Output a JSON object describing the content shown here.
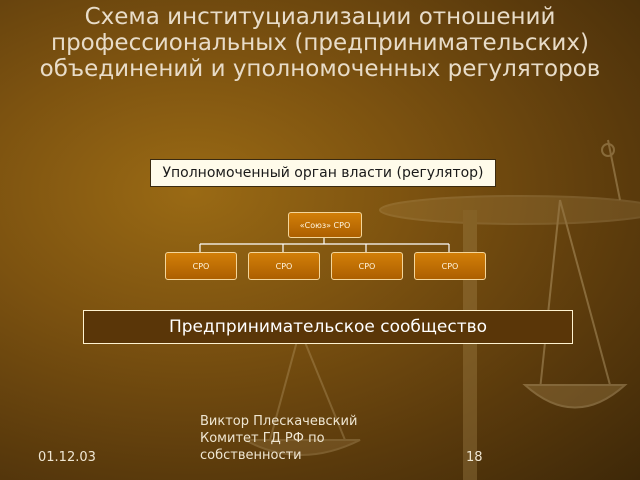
{
  "slide": {
    "title": "Схема институциализации отношений профессиональных (предпринимательских) объединений и уполномоченных регуляторов"
  },
  "diagram": {
    "regulator": "Уполномоченный орган власти (регулятор)",
    "union": "«Союз» СРО",
    "sro_nodes": [
      "СРО",
      "СРО",
      "СРО",
      "СРО"
    ],
    "community": "Предпринимательское сообщество"
  },
  "footer": {
    "date": "01.12.03",
    "author_lines": [
      "Виктор Плескачевский",
      "Комитет ГД РФ по",
      "собственности"
    ],
    "page": "18"
  },
  "colors": {
    "node_fill": "#c0700a",
    "community_fill": "#5a3608",
    "regulator_fill": "#fffbea"
  }
}
